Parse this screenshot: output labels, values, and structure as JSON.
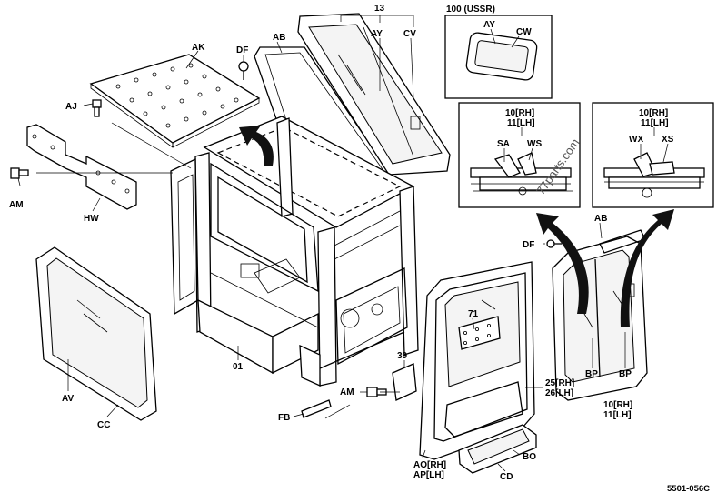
{
  "diagram": {
    "drawing_code": "5501-056C",
    "watermark": "77parts.com",
    "insets": {
      "ussr": {
        "title": "100 (USSR)",
        "labels": [
          "AY",
          "CW"
        ]
      },
      "left_detail": {
        "labels": [
          "10[RH]",
          "11[LH]",
          "SA",
          "WS"
        ]
      },
      "right_detail": {
        "labels": [
          "10[RH]",
          "11[LH]",
          "WX",
          "XS"
        ]
      }
    },
    "callouts": {
      "n13": "13",
      "ay_top": "AY",
      "cv": "CV",
      "ab_top": "AB",
      "df_top": "DF",
      "ak": "AK",
      "aj": "AJ",
      "am_left": "AM",
      "hw": "HW",
      "n01": "01",
      "av": "AV",
      "cc": "CC",
      "fb": "FB",
      "am_mid": "AM",
      "n39": "39",
      "n71": "71",
      "n25rh": "25[RH]",
      "n26lh": "26[LH]",
      "ao_rh": "AO[RH]",
      "ap_lh": "AP[LH]",
      "bo": "BO",
      "cd": "CD",
      "df_right": "DF",
      "ab_right": "AB",
      "bp_left": "BP",
      "bp_right": "BP",
      "n10rh": "10[RH]",
      "n11lh": "11[LH]"
    }
  }
}
